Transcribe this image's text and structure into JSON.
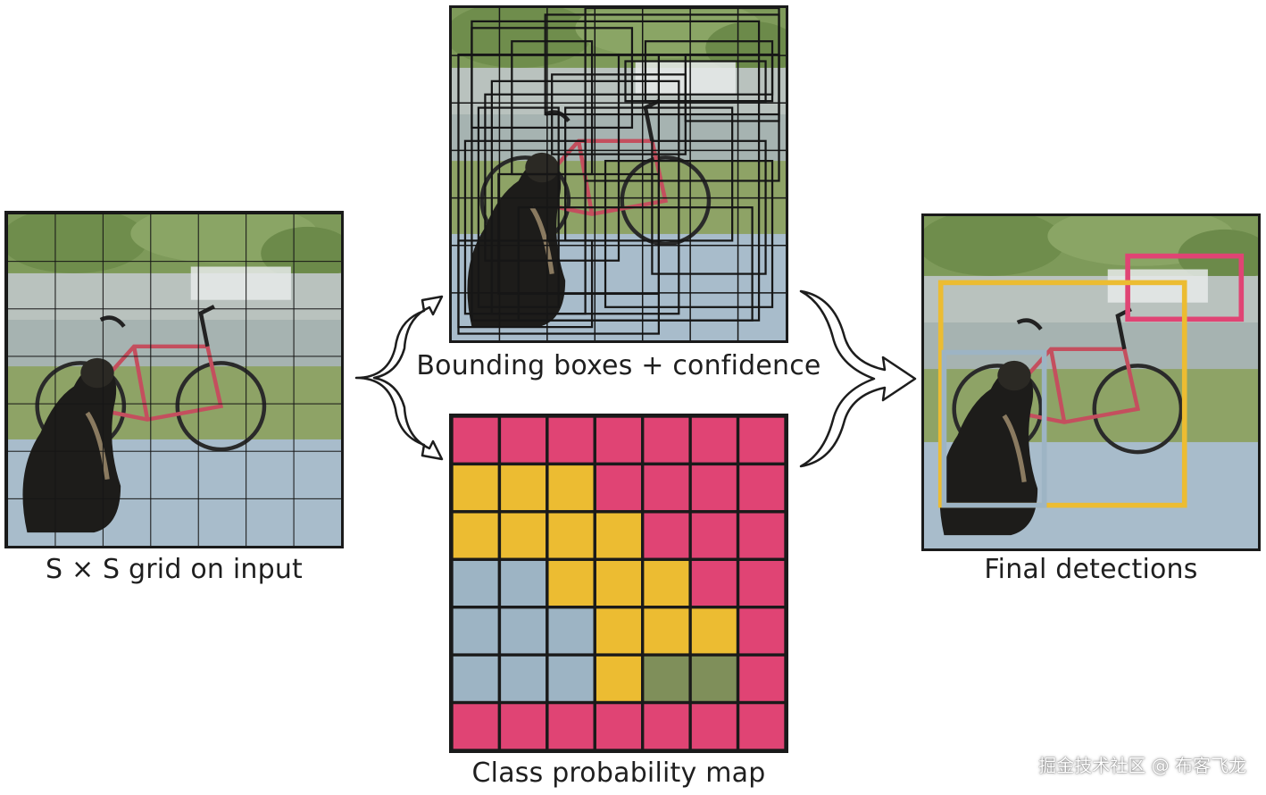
{
  "captions": {
    "grid": "S × S grid on input",
    "boxes": "Bounding boxes + confidence",
    "prob_map": "Class probability map",
    "final": "Final detections"
  },
  "watermark": "掘金技术社区 @ 布客飞龙",
  "colors": {
    "pink": "#e04474",
    "yellow": "#ecbc32",
    "blue": "#9db4c4",
    "green": "#7f8f5a",
    "frame": "#1a1a1a"
  },
  "prob_map": {
    "grid_size": 7,
    "cells": [
      [
        "pink",
        "pink",
        "pink",
        "pink",
        "pink",
        "pink",
        "pink"
      ],
      [
        "yellow",
        "yellow",
        "yellow",
        "pink",
        "pink",
        "pink",
        "pink"
      ],
      [
        "yellow",
        "yellow",
        "yellow",
        "yellow",
        "pink",
        "pink",
        "pink"
      ],
      [
        "blue",
        "blue",
        "yellow",
        "yellow",
        "yellow",
        "pink",
        "pink"
      ],
      [
        "blue",
        "blue",
        "blue",
        "yellow",
        "yellow",
        "yellow",
        "pink"
      ],
      [
        "blue",
        "blue",
        "blue",
        "yellow",
        "green",
        "green",
        "pink"
      ],
      [
        "pink",
        "pink",
        "pink",
        "pink",
        "pink",
        "pink",
        "pink"
      ]
    ]
  },
  "detections": [
    {
      "class_color": "#e04474"
    },
    {
      "class_color": "#ecbc32"
    },
    {
      "class_color": "#9db4c4"
    }
  ]
}
